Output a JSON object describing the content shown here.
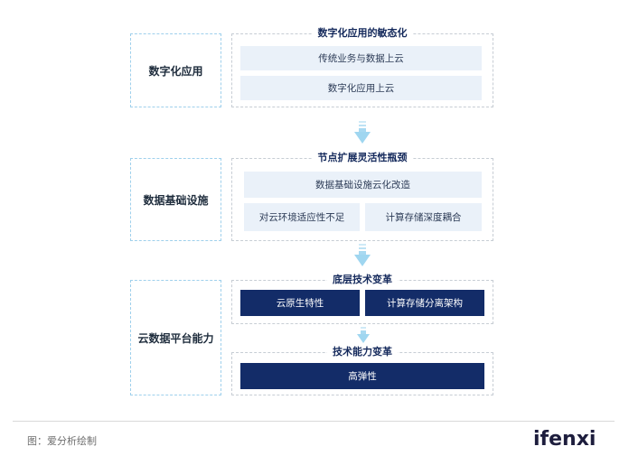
{
  "layers": [
    {
      "label": "数字化应用",
      "title": "数字化应用的敏态化",
      "items": [
        "传统业务与数据上云",
        "数字化应用上云"
      ]
    },
    {
      "label": "数据基础设施",
      "title": "节点扩展灵活性瓶颈",
      "items": [
        "数据基础设施云化改造",
        "对云环境适应性不足",
        "计算存储深度耦合"
      ]
    },
    {
      "label": "云数据平台能力",
      "sub1": {
        "title": "底层技术变革",
        "items": [
          "云原生特性",
          "计算存储分离架构"
        ]
      },
      "sub2": {
        "title": "技术能力变革",
        "items": [
          "高弹性"
        ]
      }
    }
  ],
  "caption": "图：爱分析绘制",
  "logo": "ifenxi",
  "colors": {
    "dark_box": "#132c68",
    "light_box": "#eaf1f9",
    "arrow": "#9fd6f0"
  }
}
